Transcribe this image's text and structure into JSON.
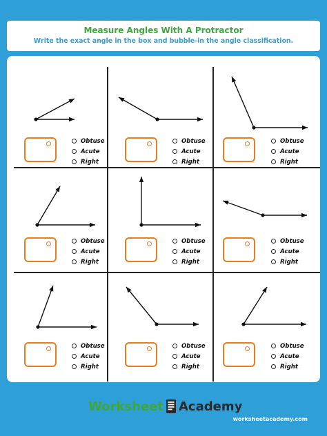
{
  "header": {
    "title": "Measure Angles With A Protractor",
    "subtitle": "Write the exact angle in the box and bubble-in the angle classification."
  },
  "options": [
    "Obtuse",
    "Acute",
    "Right"
  ],
  "footer": {
    "logo_word1": "Worksheet",
    "logo_word2": "Academy",
    "url": "worksheetacademy.com"
  },
  "colors": {
    "background": "#2f9fd8",
    "title_green": "#3ea83e",
    "answer_box_orange": "#e67e22"
  },
  "icons": [
    "worksheet-document-icon"
  ]
}
